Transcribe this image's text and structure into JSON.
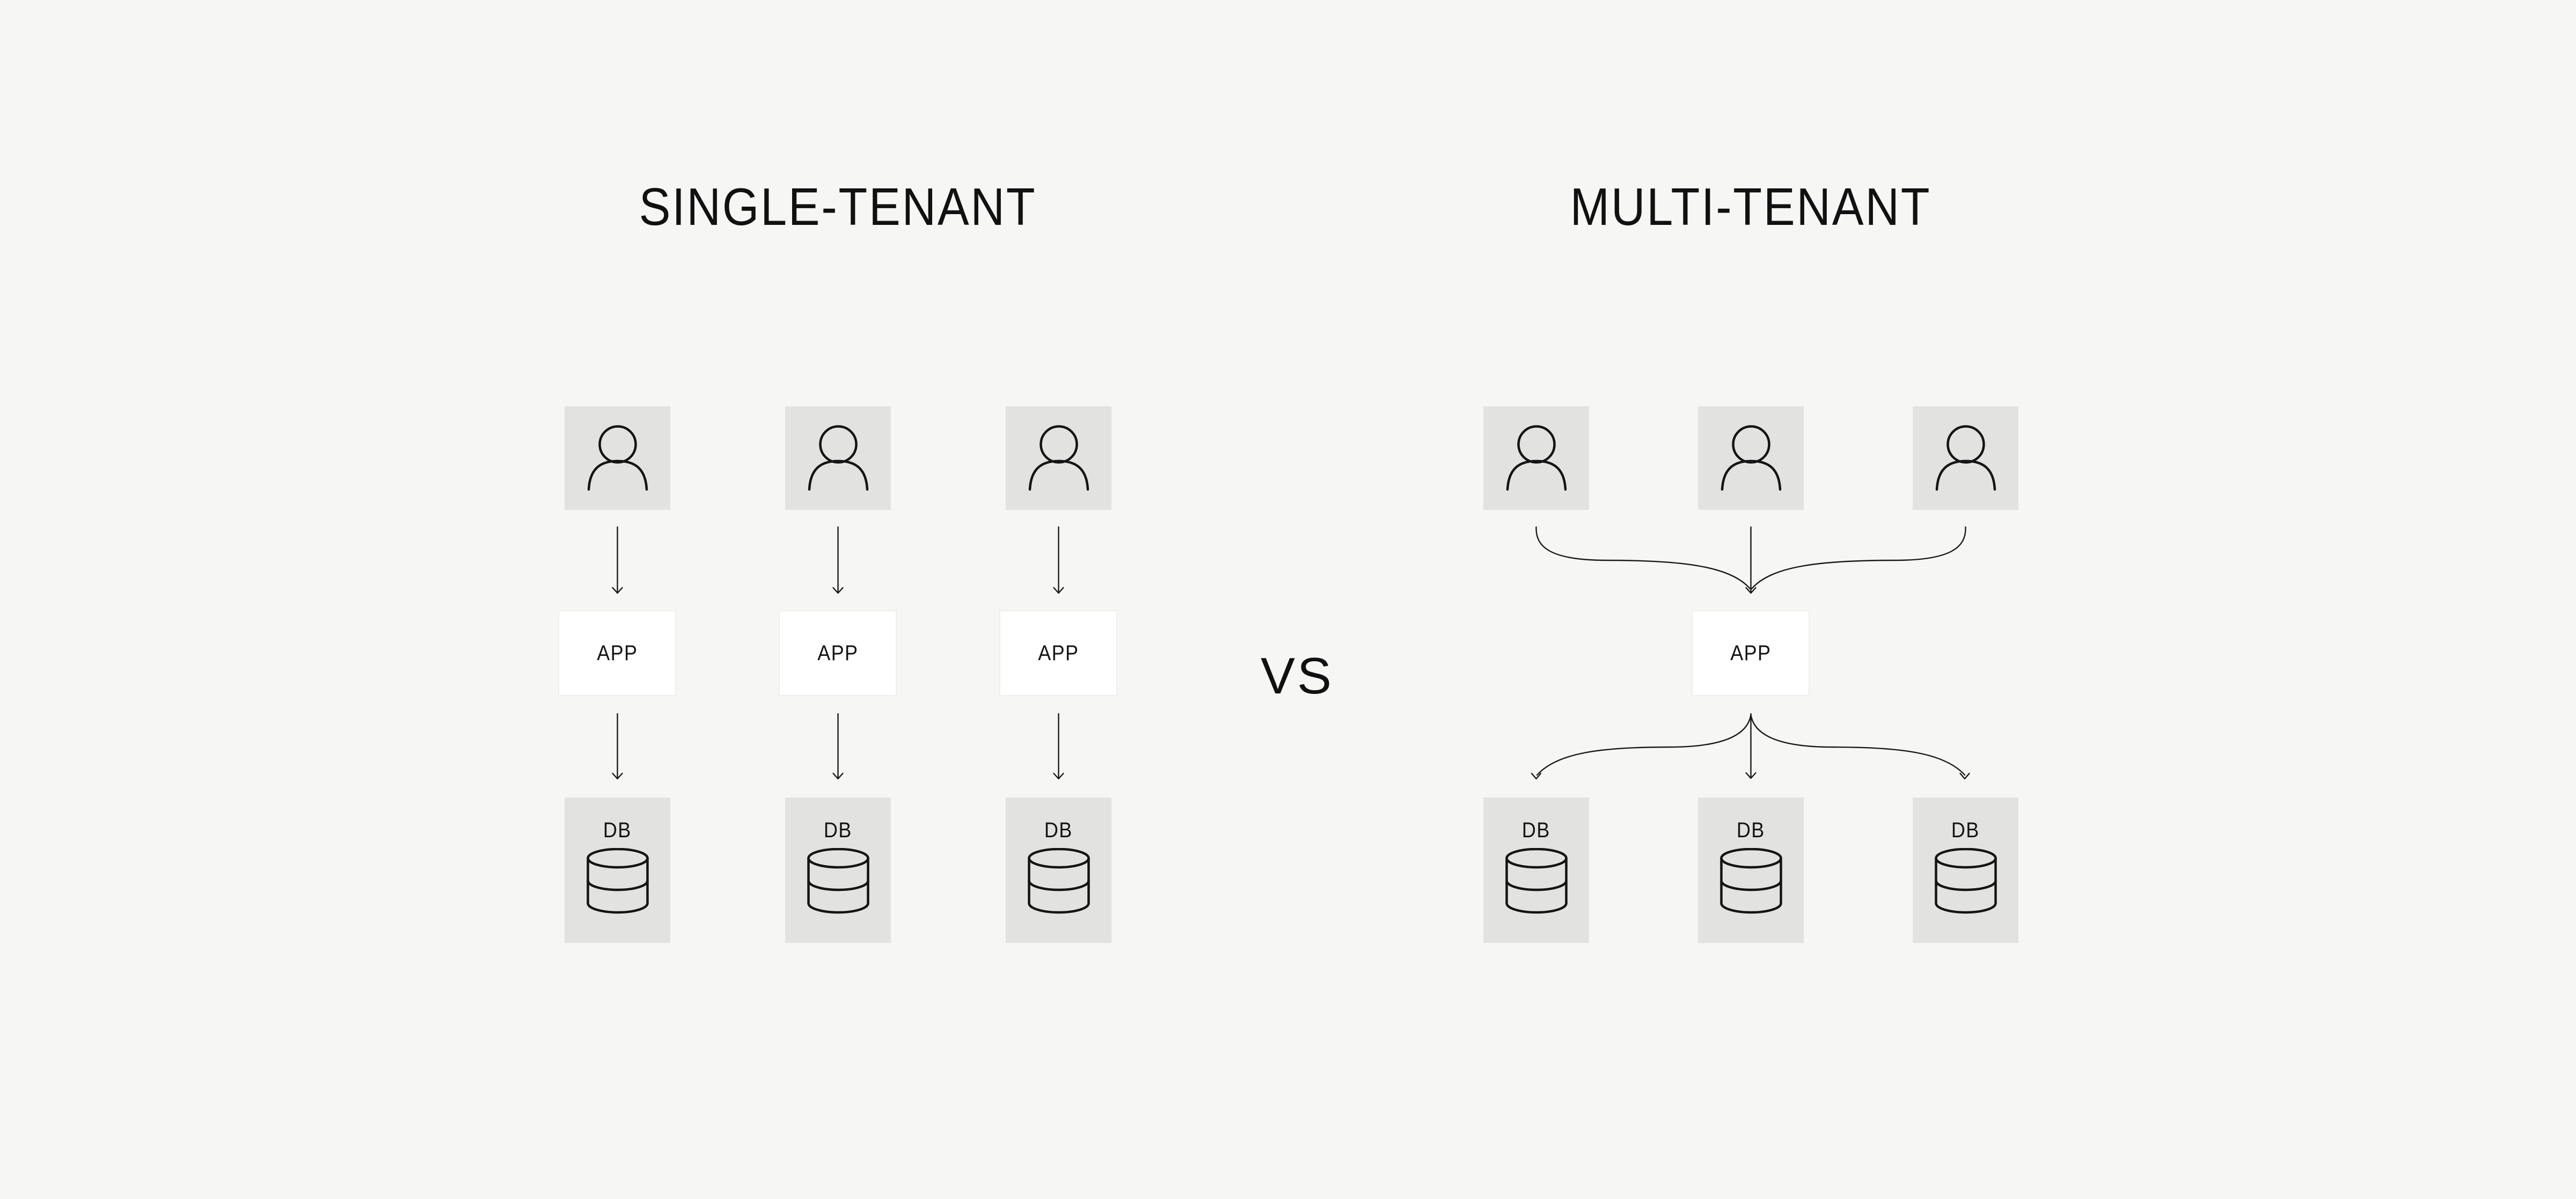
{
  "vs_label": "VS",
  "single_tenant": {
    "title": "SINGLE-TENANT",
    "users": [
      {
        "icon": "user-icon"
      },
      {
        "icon": "user-icon"
      },
      {
        "icon": "user-icon"
      }
    ],
    "apps": [
      {
        "label": "APP"
      },
      {
        "label": "APP"
      },
      {
        "label": "APP"
      }
    ],
    "dbs": [
      {
        "label": "DB",
        "icon": "database-icon"
      },
      {
        "label": "DB",
        "icon": "database-icon"
      },
      {
        "label": "DB",
        "icon": "database-icon"
      }
    ]
  },
  "multi_tenant": {
    "title": "MULTI-TENANT",
    "users": [
      {
        "icon": "user-icon"
      },
      {
        "icon": "user-icon"
      },
      {
        "icon": "user-icon"
      }
    ],
    "apps": [
      {
        "label": "APP"
      }
    ],
    "dbs": [
      {
        "label": "DB",
        "icon": "database-icon"
      },
      {
        "label": "DB",
        "icon": "database-icon"
      },
      {
        "label": "DB",
        "icon": "database-icon"
      }
    ]
  },
  "colors": {
    "background": "#f6f6f5",
    "tile": "#e2e2e1",
    "app_box": "#ffffff",
    "app_box_border": "#efefec",
    "stroke": "#1a1a1a",
    "text": "#141414"
  }
}
